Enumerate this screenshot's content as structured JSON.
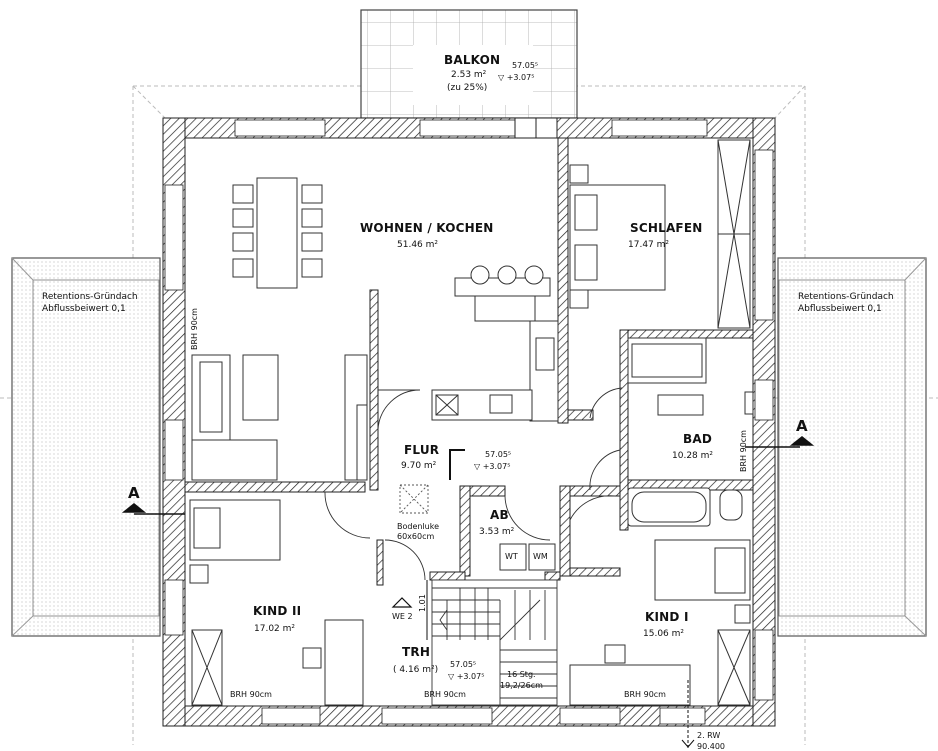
{
  "rooms": {
    "balkon": {
      "name": "BALKON",
      "area": "2.53 m²",
      "note": "(zu 25%)",
      "level_top": "57.05⁵",
      "level_bottom": "▽ +3.07⁵"
    },
    "wohnen": {
      "name": "WOHNEN / KOCHEN",
      "area": "51.46 m²"
    },
    "schlafen": {
      "name": "SCHLAFEN",
      "area": "17.47 m²"
    },
    "flur": {
      "name": "FLUR",
      "area": "9.70 m²",
      "level_top": "57.05⁵",
      "level_bottom": "▽ +3.07⁵"
    },
    "bad": {
      "name": "BAD",
      "area": "10.28 m²"
    },
    "ab": {
      "name": "AB",
      "area": "3.53 m²",
      "wt": "WT",
      "wm": "WM"
    },
    "kind2": {
      "name": "KIND II",
      "area": "17.02 m²"
    },
    "kind1": {
      "name": "KIND I",
      "area": "15.06 m²"
    },
    "trh": {
      "name": "TRH",
      "area": "( 4.16 m²)",
      "level_top": "57.05⁵",
      "level_bottom": "▽ +3.07⁵"
    }
  },
  "labels": {
    "retention_left_1": "Retentions-Gründach",
    "retention_left_2": "Abflussbeiwert 0,1",
    "retention_right_1": "Retentions-Gründach",
    "retention_right_2": "Abflussbeiwert 0,1",
    "bodenluke_1": "Bodenluke",
    "bodenluke_2": "60x60cm",
    "we2": "WE 2",
    "stairs_1": "16 Stg.",
    "stairs_2": "19,2/26cm",
    "dim_101": "1.01",
    "brh_kind2": "BRH 90cm",
    "brh_trh": "BRH 90cm",
    "brh_kind1": "BRH 90cm",
    "brh_left": "BRH 90cm",
    "brh_bad": "BRH 90cm",
    "rw": "2. RW",
    "rw_value": "90.400",
    "section_left": "A",
    "section_right": "A"
  }
}
